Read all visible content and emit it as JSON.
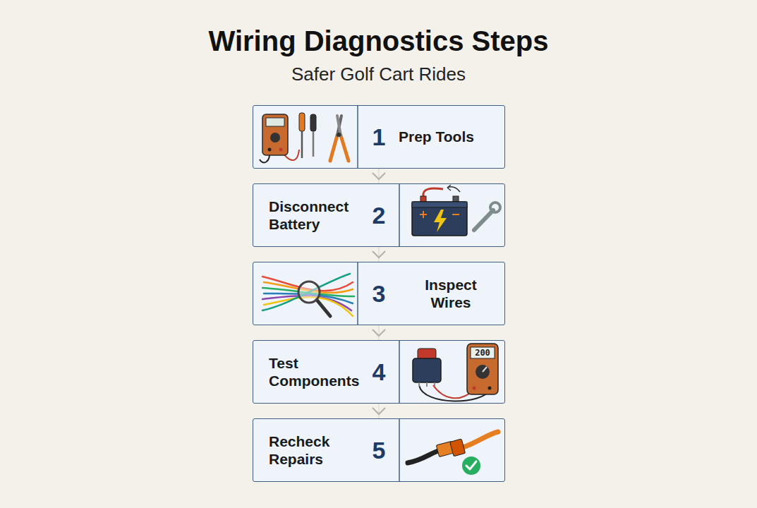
{
  "diagram": {
    "title": "Wiring Diagnostics Steps",
    "nodes": [
      {
        "text": [
          "1",
          "Prep Tools"
        ]
      },
      {
        "text": [
          "Disconnect Battery",
          "2"
        ]
      },
      {
        "text": [
          "3",
          "Inspect Wires"
        ]
      },
      {
        "text": [
          "Test Components",
          "4"
        ]
      },
      {
        "text": [
          "Recheck Repairs",
          "5"
        ]
      }
    ],
    "edges": [
      {
        "from": 0,
        "to": 1,
        "arrow": "to"
      },
      {
        "from": 1,
        "to": 2,
        "arrow": "to"
      },
      {
        "from": 2,
        "to": 3,
        "arrow": "to"
      },
      {
        "from": 3,
        "to": 4,
        "arrow": "to"
      }
    ],
    "labels": [
      "Safer Golf Cart Rides",
      "200"
    ]
  }
}
